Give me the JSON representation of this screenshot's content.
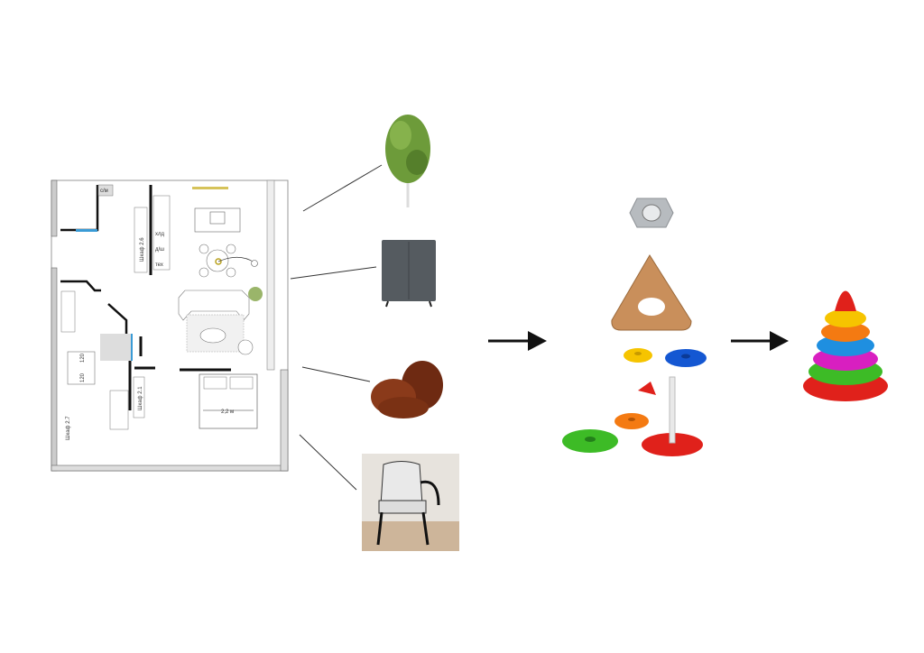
{
  "floor_plan": {
    "labels": {
      "sm": "с/м",
      "hld": "хлд",
      "dsh": "д/ш",
      "teh": "тех",
      "wardrobe_26": "Шкаф 2.6",
      "wardrobe_21": "Шкаф 2.1",
      "wardrobe_27": "Шкаф 2.7",
      "bed_width": "2,2 м",
      "dim_a": "120",
      "dim_b": "120"
    }
  },
  "colors": {
    "arrow": "#111111",
    "ring_red": "#e0211b",
    "ring_orange": "#f47a12",
    "ring_yellow": "#f6c400",
    "ring_green": "#3dbb26",
    "ring_blue": "#1457d2",
    "ring_magenta": "#d81fc0",
    "ring_cyan": "#1f8fe0"
  }
}
